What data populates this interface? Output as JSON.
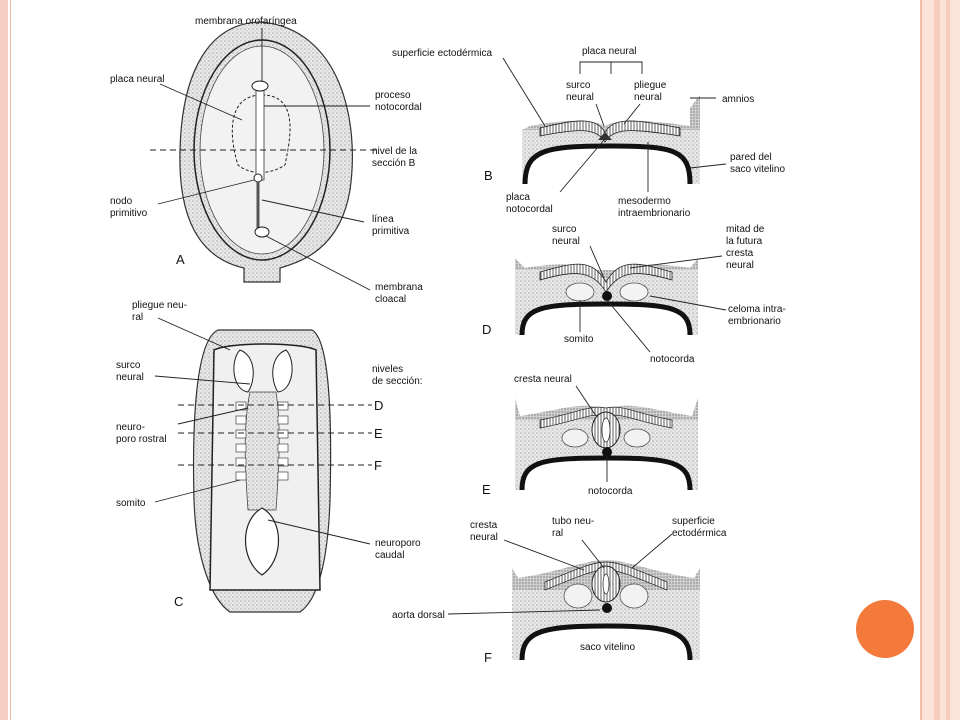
{
  "panel_letters": {
    "a": "A",
    "b": "B",
    "c": "C",
    "d": "D",
    "e": "E",
    "f": "F"
  },
  "section_levels": {
    "d": "D",
    "e": "E",
    "f": "F"
  },
  "labels": {
    "membrana_orofaringea": "membrana orofaríngea",
    "placa_neural_a": "placa neural",
    "proceso_notocordal_1": "proceso",
    "proceso_notocordal_2": "notocordal",
    "nivel_seccion_1": "nivel de la",
    "nivel_seccion_2": "sección B",
    "nodo_primitivo_1": "nodo",
    "nodo_primitivo_2": "primitivo",
    "linea_primitiva_1": "línea",
    "linea_primitiva_2": "primitiva",
    "membrana_cloacal_1": "membrana",
    "membrana_cloacal_2": "cloacal",
    "pliegue_neural_c_1": "pliegue neu-",
    "pliegue_neural_c_2": "ral",
    "surco_neural_c_1": "surco",
    "surco_neural_c_2": "neural",
    "neuroporo_rostral_1": "neuro-",
    "neuroporo_rostral_2": "poro rostral",
    "somito_c": "somito",
    "niveles_seccion_1": "niveles",
    "niveles_seccion_2": "de sección:",
    "neuroporo_caudal_1": "neuroporo",
    "neuroporo_caudal_2": "caudal",
    "superficie_ectodermica_b": "superficie ectodérmica",
    "placa_neural_b": "placa neural",
    "surco_neural_b_1": "surco",
    "surco_neural_b_2": "neural",
    "pliegue_neural_b_1": "pliegue",
    "pliegue_neural_b_2": "neural",
    "amnios": "amnios",
    "pared_saco_1": "pared del",
    "pared_saco_2": "saco vitelino",
    "placa_notocordal_1": "placa",
    "placa_notocordal_2": "notocordal",
    "mesodermo_1": "mesodermo",
    "mesodermo_2": "intraembrionario",
    "surco_neural_d_1": "surco",
    "surco_neural_d_2": "neural",
    "mitad_cresta_1": "mitad de",
    "mitad_cresta_2": "la futura",
    "mitad_cresta_3": "cresta",
    "mitad_cresta_4": "neural",
    "celoma_1": "celoma intra-",
    "celoma_2": "embrionario",
    "somito_d": "somito",
    "notocorda_d": "notocorda",
    "cresta_neural_e": "cresta neural",
    "notocorda_e": "notocorda",
    "cresta_neural_f_1": "cresta",
    "cresta_neural_f_2": "neural",
    "tubo_neural_1": "tubo neu-",
    "tubo_neural_2": "ral",
    "superficie_f_1": "superficie",
    "superficie_f_2": "ectodérmica",
    "aorta_dorsal": "aorta dorsal",
    "saco_vitelino": "saco vitelino"
  },
  "colors": {
    "accent_circle": "#f47a3c",
    "frame": "#f6cfc2"
  }
}
